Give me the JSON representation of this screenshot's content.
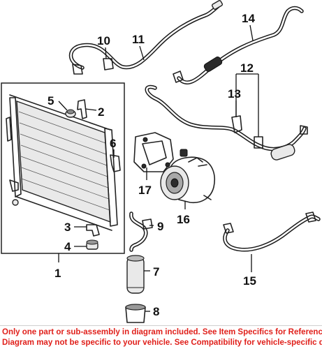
{
  "callouts": [
    "1",
    "2",
    "3",
    "4",
    "5",
    "6",
    "7",
    "8",
    "9",
    "10",
    "11",
    "12",
    "13",
    "14",
    "15",
    "16",
    "17"
  ],
  "disclaimer": {
    "line1": "Only one part or sub-assembly in diagram included. See Item Specifics for Reference #.",
    "line2": "Diagram may not be specific to your vehicle. See Compatibility for vehicle-specific diagrams."
  }
}
